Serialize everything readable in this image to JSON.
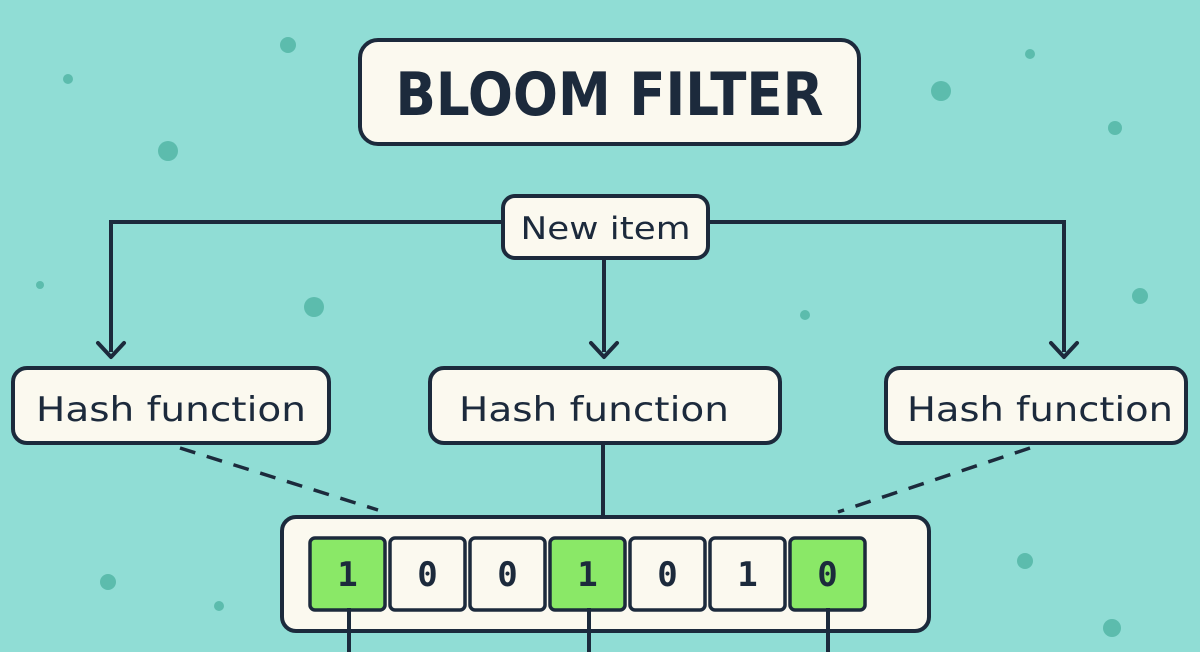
{
  "title": "BLOOM FILTER",
  "input_label": "New item",
  "hash_functions": [
    {
      "label": "Hash function"
    },
    {
      "label": "Hash function"
    },
    {
      "label": "Hash function"
    }
  ],
  "bit_array": {
    "bits": [
      "1",
      "0",
      "0",
      "1",
      "0",
      "1",
      "0"
    ],
    "highlighted": [
      true,
      false,
      false,
      true,
      false,
      false,
      true
    ]
  },
  "colors": {
    "background": "#90ddd5",
    "box_fill": "#fbf9ef",
    "stroke": "#1c2a3c",
    "highlight": "#8ae867",
    "dots": "#5cbcad"
  }
}
